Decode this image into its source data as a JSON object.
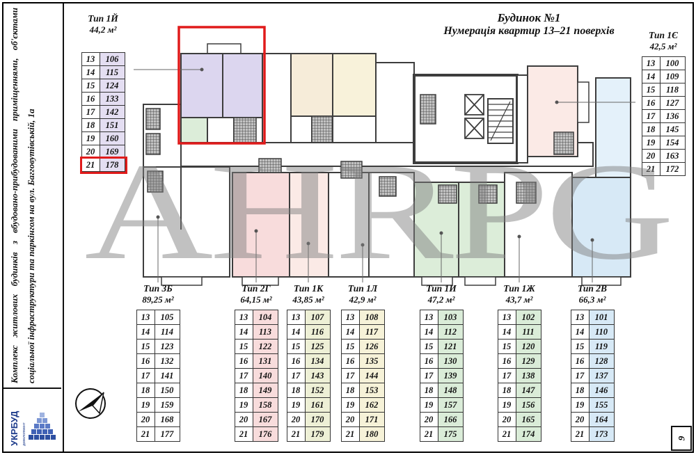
{
  "page": {
    "number": "9",
    "watermark": "АНRPG"
  },
  "title": {
    "line1": "Будинок №1",
    "line2": "Нумерація квартир 13–21 поверхів"
  },
  "sidebar": {
    "description": "Комплекс житлових будинків з вбудовано-прибудованими приміщеннями, об'єктами соціальної інфраструктури та паркінгом на вул. Багговутівській, 1а",
    "logo": "УКРБУД",
    "logo_sub": "девелопмент"
  },
  "colors": {
    "highlight": "#e01b1b",
    "lavender": "#dcd6ef",
    "cream": "#f6ecd9",
    "paleyellow": "#f8f2da",
    "pink": "#f8dcdc",
    "palepink": "#fbeae6",
    "green": "#dcedd9",
    "blue": "#d7e9f6",
    "paleblue": "#e4f1fa",
    "wall": "#3d3d3d"
  },
  "tables": [
    {
      "id": "tip-1y",
      "name": "Тип 1Й",
      "area": "44,2 м²",
      "value_fill": "#e4def2",
      "highlight_row": 8,
      "rows": [
        [
          "13",
          "106"
        ],
        [
          "14",
          "115"
        ],
        [
          "15",
          "124"
        ],
        [
          "16",
          "133"
        ],
        [
          "17",
          "142"
        ],
        [
          "18",
          "151"
        ],
        [
          "19",
          "160"
        ],
        [
          "20",
          "169"
        ],
        [
          "21",
          "178"
        ]
      ]
    },
    {
      "id": "tip-1e",
      "name": "Тип 1Є",
      "area": "42,5 м²",
      "value_fill": "#ffffff",
      "highlight_row": -1,
      "rows": [
        [
          "13",
          "100"
        ],
        [
          "14",
          "109"
        ],
        [
          "15",
          "118"
        ],
        [
          "16",
          "127"
        ],
        [
          "17",
          "136"
        ],
        [
          "18",
          "145"
        ],
        [
          "19",
          "154"
        ],
        [
          "20",
          "163"
        ],
        [
          "21",
          "172"
        ]
      ]
    },
    {
      "id": "tip-3b",
      "name": "Тип 3Б",
      "area": "89,25 м²",
      "value_fill": "#ffffff",
      "highlight_row": -1,
      "rows": [
        [
          "13",
          "105"
        ],
        [
          "14",
          "114"
        ],
        [
          "15",
          "123"
        ],
        [
          "16",
          "132"
        ],
        [
          "17",
          "141"
        ],
        [
          "18",
          "150"
        ],
        [
          "19",
          "159"
        ],
        [
          "20",
          "168"
        ],
        [
          "21",
          "177"
        ]
      ]
    },
    {
      "id": "tip-2g",
      "name": "Тип 2Г",
      "area": "64,15 м²",
      "value_fill": "#f8dcdc",
      "highlight_row": -1,
      "rows": [
        [
          "13",
          "104"
        ],
        [
          "14",
          "113"
        ],
        [
          "15",
          "122"
        ],
        [
          "16",
          "131"
        ],
        [
          "17",
          "140"
        ],
        [
          "18",
          "149"
        ],
        [
          "19",
          "158"
        ],
        [
          "20",
          "167"
        ],
        [
          "21",
          "176"
        ]
      ]
    },
    {
      "id": "tip-1k",
      "name": "Тип 1К",
      "area": "43,85 м²",
      "value_fill": "#eef0d6",
      "highlight_row": -1,
      "rows": [
        [
          "13",
          "107"
        ],
        [
          "14",
          "116"
        ],
        [
          "15",
          "125"
        ],
        [
          "16",
          "134"
        ],
        [
          "17",
          "143"
        ],
        [
          "18",
          "152"
        ],
        [
          "19",
          "161"
        ],
        [
          "20",
          "170"
        ],
        [
          "21",
          "179"
        ]
      ]
    },
    {
      "id": "tip-1l",
      "name": "Тип 1Л",
      "area": "42,9 м²",
      "value_fill": "#f6f2d8",
      "highlight_row": -1,
      "rows": [
        [
          "13",
          "108"
        ],
        [
          "14",
          "117"
        ],
        [
          "15",
          "126"
        ],
        [
          "16",
          "135"
        ],
        [
          "17",
          "144"
        ],
        [
          "18",
          "153"
        ],
        [
          "19",
          "162"
        ],
        [
          "20",
          "171"
        ],
        [
          "21",
          "180"
        ]
      ]
    },
    {
      "id": "tip-1i",
      "name": "Тип 1И",
      "area": "47,2 м²",
      "value_fill": "#daecd8",
      "highlight_row": -1,
      "rows": [
        [
          "13",
          "103"
        ],
        [
          "14",
          "112"
        ],
        [
          "15",
          "121"
        ],
        [
          "16",
          "130"
        ],
        [
          "17",
          "139"
        ],
        [
          "18",
          "148"
        ],
        [
          "19",
          "157"
        ],
        [
          "20",
          "166"
        ],
        [
          "21",
          "175"
        ]
      ]
    },
    {
      "id": "tip-1zh",
      "name": "Тип 1Ж",
      "area": "43,7 м²",
      "value_fill": "#daecd8",
      "highlight_row": -1,
      "rows": [
        [
          "13",
          "102"
        ],
        [
          "14",
          "111"
        ],
        [
          "15",
          "120"
        ],
        [
          "16",
          "129"
        ],
        [
          "17",
          "138"
        ],
        [
          "18",
          "147"
        ],
        [
          "19",
          "156"
        ],
        [
          "20",
          "165"
        ],
        [
          "21",
          "174"
        ]
      ]
    },
    {
      "id": "tip-2v",
      "name": "Тип 2В",
      "area": "66,3 м²",
      "value_fill": "#d7e9f6",
      "highlight_row": -1,
      "rows": [
        [
          "13",
          "101"
        ],
        [
          "14",
          "110"
        ],
        [
          "15",
          "119"
        ],
        [
          "16",
          "128"
        ],
        [
          "17",
          "137"
        ],
        [
          "18",
          "146"
        ],
        [
          "19",
          "155"
        ],
        [
          "20",
          "164"
        ],
        [
          "21",
          "173"
        ]
      ]
    }
  ]
}
